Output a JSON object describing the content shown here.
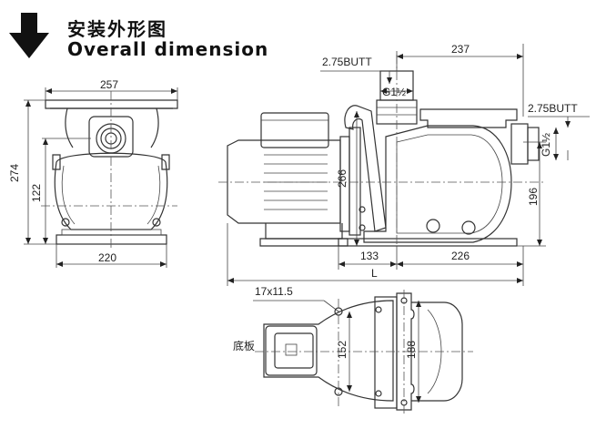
{
  "header": {
    "title_cn": "安装外形图",
    "title_en": "Overall dimension",
    "arrow_icon": "down-arrow-icon"
  },
  "dimensions": {
    "width_front": "257",
    "base_front": "220",
    "height_total": "274",
    "height_inlet": "122",
    "motor_height": "266",
    "length_top": "237",
    "outlet_height": "196",
    "motor_foot_offset": "133",
    "pump_length": "226",
    "overall_length": "L",
    "slot": "17x11.5",
    "base_width_inner": "152",
    "base_width_outer": "188"
  },
  "labels": {
    "butt_top": "2.75BUTT",
    "thread_top": "G1½",
    "butt_side": "2.75BUTT",
    "thread_side": "G1½",
    "base_plate_cn": "底板"
  }
}
